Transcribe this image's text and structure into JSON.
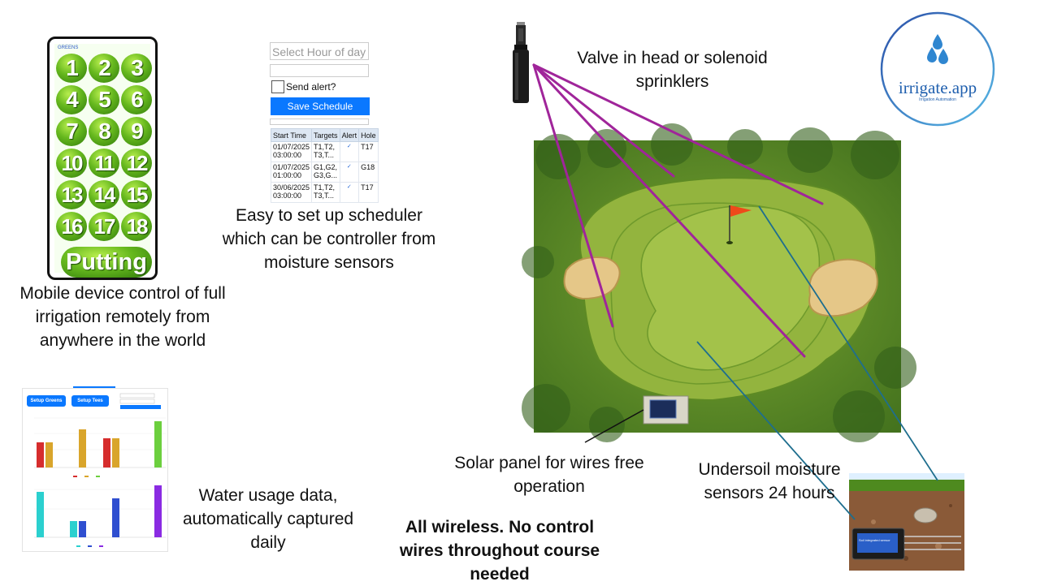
{
  "phone": {
    "header": "GREENS",
    "buttons": [
      "1",
      "2",
      "3",
      "4",
      "5",
      "6",
      "7",
      "8",
      "9",
      "10",
      "11",
      "12",
      "13",
      "14",
      "15",
      "16",
      "17",
      "18"
    ],
    "putting": "Putting"
  },
  "captions": {
    "mobile": "Mobile device control of full irrigation remotely from anywhere in the world",
    "scheduler": "Easy to set up scheduler which can be controller from moisture sensors",
    "valve": "Valve in head or solenoid sprinklers",
    "water": "Water usage data, automatically captured daily",
    "solar": "Solar panel for wires free operation",
    "sensors": "Undersoil moisture sensors 24 hours",
    "wireless": "All wireless. No control wires throughout course needed"
  },
  "scheduler": {
    "select_placeholder": "Select Hour of day",
    "alert_label": "Send alert?",
    "save_label": "Save Schedule",
    "columns": [
      "Start Time",
      "Targets",
      "Alert",
      "Hole"
    ],
    "rows": [
      {
        "start": "01/07/2025 03:00:00",
        "targets": "T1,T2, T3,T...",
        "alert": "✓",
        "hole": "T17"
      },
      {
        "start": "01/07/2025 01:00:00",
        "targets": "G1,G2, G3,G...",
        "alert": "✓",
        "hole": "G18"
      },
      {
        "start": "30/06/2025 03:00:00",
        "targets": "T1,T2, T3,T...",
        "alert": "✓",
        "hole": "T17"
      }
    ]
  },
  "dashboard": {
    "buttons": [
      "Setup Greens",
      "Setup Tees"
    ],
    "colors": [
      "#d62d2d",
      "#d9a52b",
      "#6ccf3e",
      "#2bd0cf",
      "#2f4fd0",
      "#8a2be2"
    ]
  },
  "logo": {
    "name": "irrigate.app",
    "tagline": "Irrigation Automation",
    "color": "#1f5fae"
  },
  "sensor": {
    "device_label": "Soil integrated sensor"
  },
  "colors": {
    "sprinkler_lines": "#a0259a",
    "sensor_lines": "#1e6e8e",
    "fairway": "#8aae3a",
    "rough": "#5b8a26",
    "bunker": "#e5c788"
  }
}
